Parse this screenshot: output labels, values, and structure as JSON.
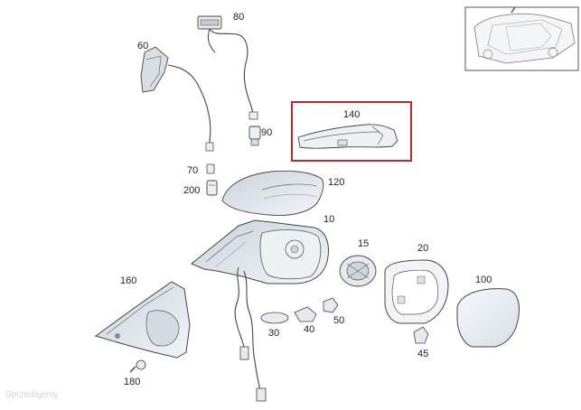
{
  "labels": {
    "p80": "80",
    "p60": "60",
    "p140": "140",
    "p90": "90",
    "p70": "70",
    "p120": "120",
    "p200": "200",
    "p10": "10",
    "p15": "15",
    "p20": "20",
    "p160": "160",
    "p100": "100",
    "p30": "30",
    "p40": "40",
    "p50": "50",
    "p45": "45",
    "p180": "180"
  },
  "highlight": {
    "part": "140",
    "color": "#c0262d"
  },
  "colors": {
    "line": "#444444",
    "fill_glass": "#dfe6ee",
    "fill_housing": "#e4e8ee"
  },
  "watermark": "Sprzedajemy"
}
